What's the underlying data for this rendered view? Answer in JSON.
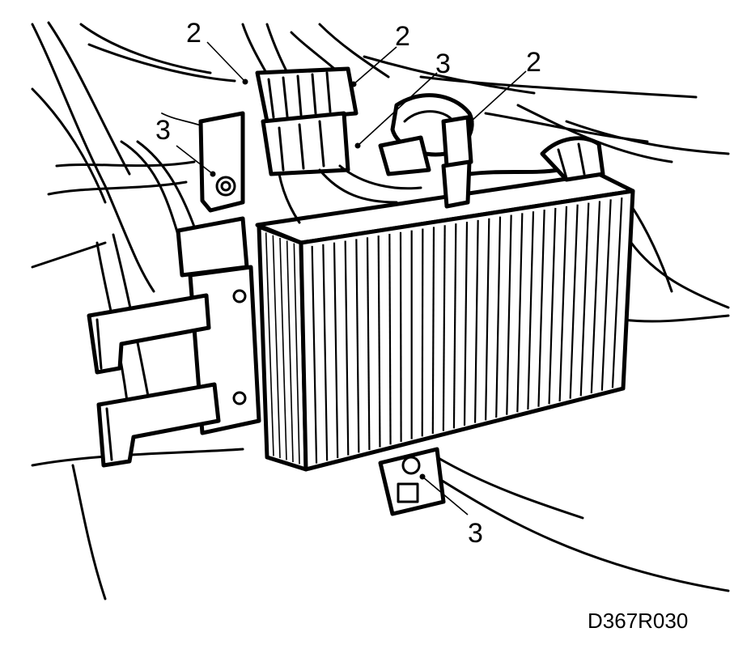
{
  "figure_id": "D367R030",
  "callouts": [
    {
      "label": "2"
    },
    {
      "label": "2"
    },
    {
      "label": "3"
    },
    {
      "label": "2"
    },
    {
      "label": "3"
    },
    {
      "label": "3"
    }
  ]
}
